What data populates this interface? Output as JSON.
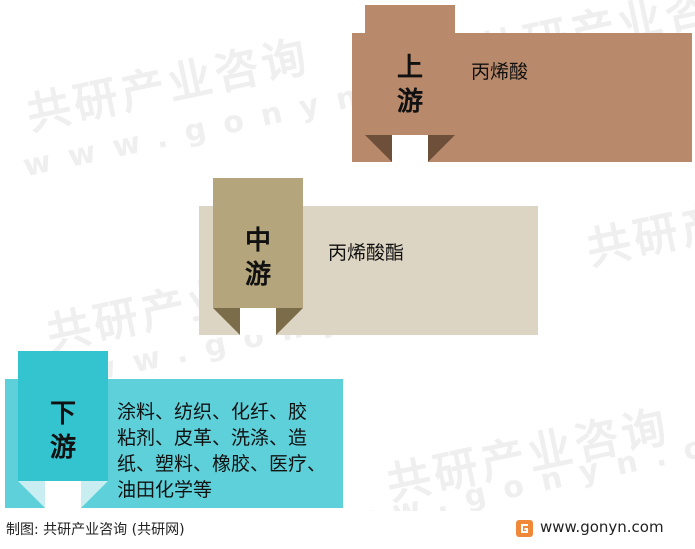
{
  "stages": [
    {
      "id": "upstream",
      "tag_chars": [
        "上",
        "游"
      ],
      "content": "丙烯酸",
      "colors": {
        "band": "#b9896b",
        "tab": "#b9896b",
        "fold": "#6e4f3a"
      }
    },
    {
      "id": "midstream",
      "tag_chars": [
        "中",
        "游"
      ],
      "content": "丙烯酸酯",
      "colors": {
        "band": "#ddd5c3",
        "tab": "#b5a57c",
        "fold": "#7b6d49"
      }
    },
    {
      "id": "downstream",
      "tag_chars": [
        "下",
        "游"
      ],
      "content_lines": [
        "涂料、纺织、化纤、胶",
        "粘剂、皮革、洗涤、造",
        "纸、塑料、橡胶、医疗、",
        "油田化学等"
      ],
      "colors": {
        "band": "#5dd0da",
        "tab": "#33c4d0",
        "fold": "#c8eef1"
      }
    }
  ],
  "watermark": {
    "brand": "共研产业咨询",
    "site": "www.gonyn.com"
  },
  "footer": {
    "source": "制图: 共研产业咨询 (共研网)",
    "website": "www.gonyn.com",
    "logo_icon": "gonyn-logo-icon",
    "logo_color": "#f0883a"
  }
}
